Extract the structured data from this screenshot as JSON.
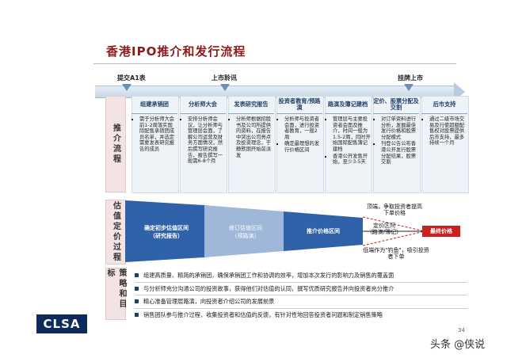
{
  "title": "香港IPO推介和发行流程",
  "milestones": [
    {
      "label": "提交A1表"
    },
    {
      "label": "上市聆讯"
    },
    {
      "label": "挂牌上市"
    }
  ],
  "sections": {
    "process": "推介流程",
    "valuation": "估值定价过程",
    "strategy": "策略和目标"
  },
  "columns": [
    {
      "head": "组建承销团",
      "items": [
        "需于分析师大会前1-2周落实国际配售承销团成员名单，并选定需要发表研究报告的成员"
      ]
    },
    {
      "head": "分析师大会",
      "items": [
        "安排分析师会议，让分析师与管理层会面，了解公司运营及财务方面情况，然后撰写研究报告，报告撰写一般需6-8个月"
      ]
    },
    {
      "head": "发表研究报告",
      "items": [
        "分析师根据招股书及公司所提供的资料，在报告中突出公司亮点及投资理念，于静默期开始前派发"
      ]
    },
    {
      "head": "投资者教育/预路演",
      "items": [
        "分析师与投资者会面，进行投资者教育，一般2周",
        "确定最理想的发行价格区间"
      ]
    },
    {
      "head": "路演及簿记建档",
      "items": [
        "管理层与主要投资者会面及推介，时间一般为1.5-2周，同时开始国际配售簿记建档",
        "香港公开发售开始，至少3-5天"
      ]
    },
    {
      "head": "定价、股票分配及交割",
      "items": [
        "对订单资料进行分析，发掘最佳发行价格和股票分配模式",
        "刊登公告公布香港公开发行股票分配结果，股票交割"
      ]
    },
    {
      "head": "后市支持",
      "items": [
        "通过二级市场交易及行使超额配售权对股票提供后市支持，最多持续一个月"
      ]
    }
  ],
  "funnel": {
    "stage1": "确定初步估值区间\n（研究报告）",
    "stage2": "修订估值区间\n（预路演）",
    "stage3": "推介价格区间",
    "top_note": "顶端，争取投资者提高下单价格",
    "mid_note": "定价区间\n（路演/簿记）",
    "bottom_note": "低端作为\"钓鱼\"，吸引投资者下单",
    "final": "最终价格"
  },
  "strategy_items": [
    "组建高质量、精简的承销团，确保承销团工作和协调的效率，增加本次发行的影响力及销售的覆盖面",
    "与分析师充分沟通公司的投资故事，获得他们对估值的认同，撰写优质研究报告并向投资者充分推介",
    "精心准备管理层路演，向投资者介绍公司的发展前景",
    "销售团队参与推介过程，收集投资者和估值的反馈，有针对性地回答投资者问题和制定销售策略"
  ],
  "logo": "CLSA",
  "page_number": "34",
  "watermark": "头条 @侠说",
  "colors": {
    "title": "#8b1a1a",
    "header": "#1f3f66",
    "funnel": "#2f62a8",
    "final": "#cc1f1f"
  }
}
